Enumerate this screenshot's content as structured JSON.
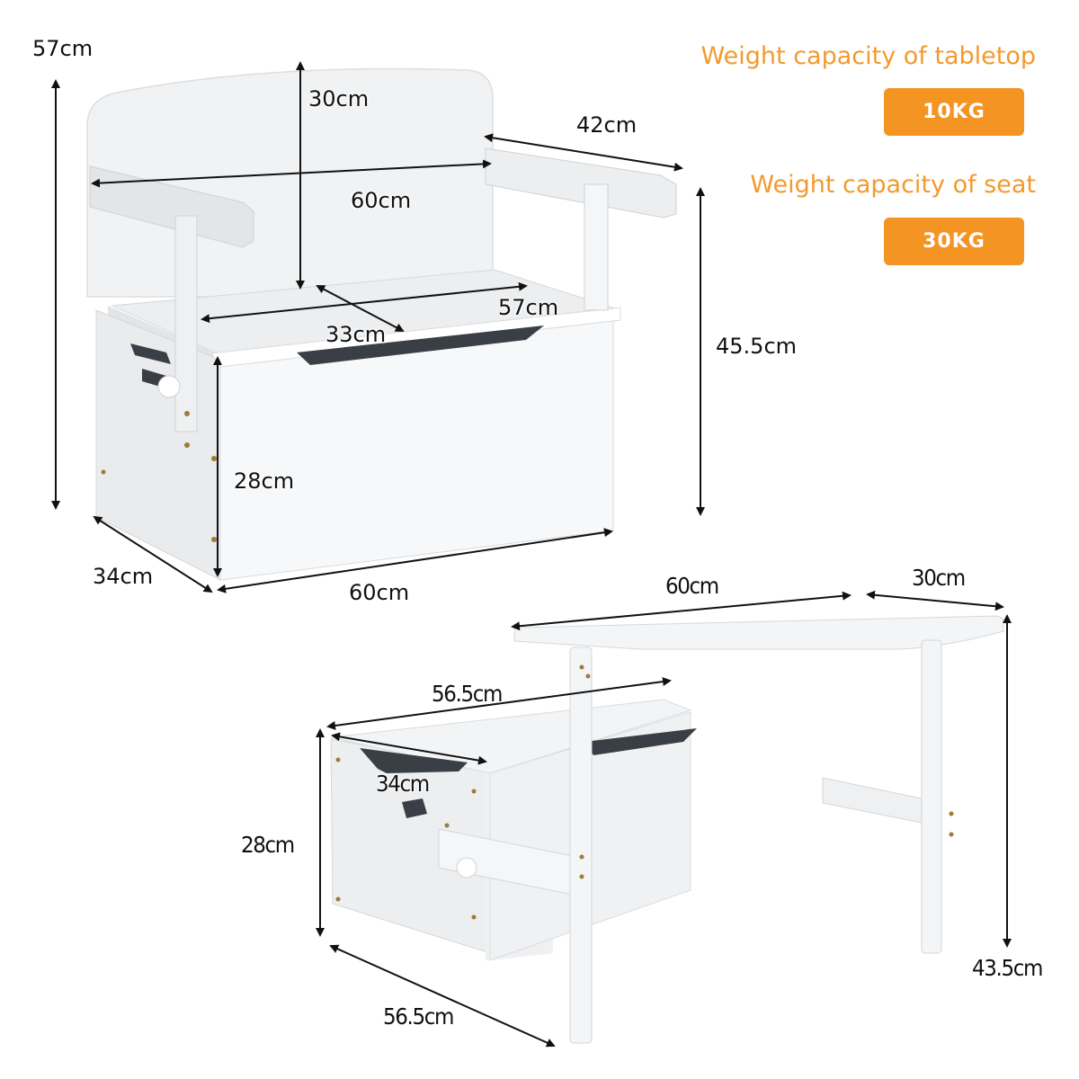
{
  "capacity": {
    "tabletop": {
      "title": "Weight capacity of tabletop",
      "value": "10KG"
    },
    "seat": {
      "title": "Weight capacity of seat",
      "value": "30KG"
    },
    "accent_color": "#f39423",
    "title_color": "#f29a2e"
  },
  "bench_view": {
    "dimensions": {
      "overall_height": "57cm",
      "backrest_height": "30cm",
      "arm_width_span": "60cm",
      "armrest_depth": "42cm",
      "seat_width": "57cm",
      "seat_depth": "33cm",
      "arm_height": "45.5cm",
      "box_height": "28cm",
      "box_depth": "34cm",
      "box_width": "60cm"
    }
  },
  "desk_view": {
    "dimensions": {
      "table_width": "60cm",
      "table_depth": "30cm",
      "box_length_top": "56.5cm",
      "box_inner_depth": "34cm",
      "box_height": "28cm",
      "box_length_bottom": "56.5cm",
      "table_height": "43.5cm"
    }
  }
}
